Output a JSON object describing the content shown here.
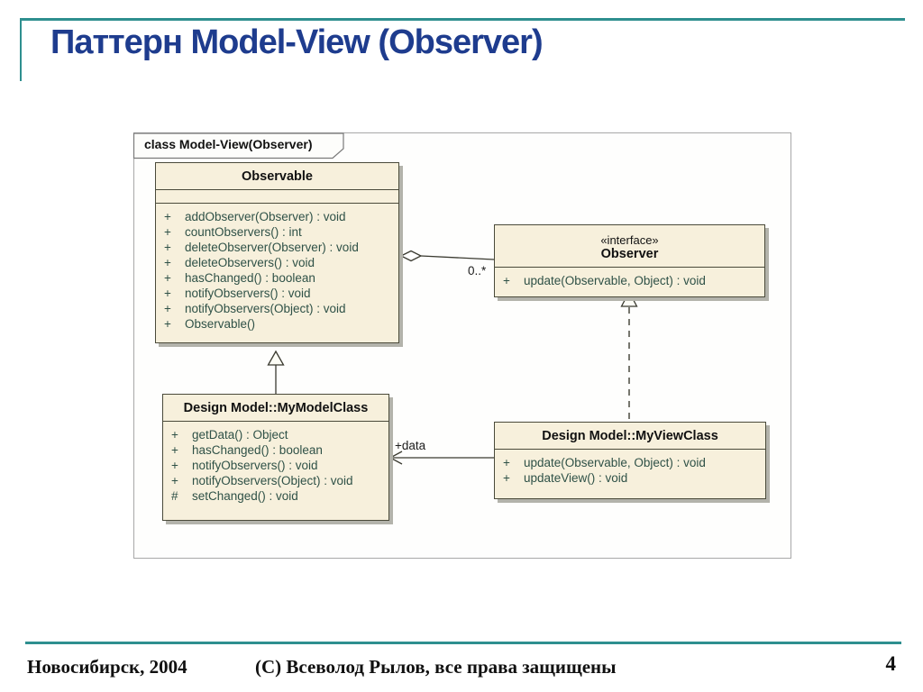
{
  "colors": {
    "accent_teal": "#2E8F8F",
    "title_blue": "#1E3C8E",
    "class_box_fill": "#F7F0DC",
    "class_box_border": "#4A4A3A",
    "member_text": "#2F5147"
  },
  "title": "Паттерн Model-View (Observer)",
  "diagram": {
    "frame_label": "class Model-View(Observer)",
    "observable": {
      "name": "Observable",
      "methods": [
        {
          "visibility": "+",
          "signature": "addObserver(Observer) : void"
        },
        {
          "visibility": "+",
          "signature": "countObservers() : int"
        },
        {
          "visibility": "+",
          "signature": "deleteObserver(Observer) : void"
        },
        {
          "visibility": "+",
          "signature": "deleteObservers() : void"
        },
        {
          "visibility": "+",
          "signature": "hasChanged() : boolean"
        },
        {
          "visibility": "+",
          "signature": "notifyObservers() : void"
        },
        {
          "visibility": "+",
          "signature": "notifyObservers(Object) : void"
        },
        {
          "visibility": "+",
          "signature": "Observable()"
        }
      ]
    },
    "observer": {
      "stereotype": "«interface»",
      "name": "Observer",
      "methods": [
        {
          "visibility": "+",
          "signature": "update(Observable, Object) : void"
        }
      ]
    },
    "model_class": {
      "name": "Design Model::MyModelClass",
      "methods": [
        {
          "visibility": "+",
          "signature": "getData() : Object"
        },
        {
          "visibility": "+",
          "signature": "hasChanged() : boolean"
        },
        {
          "visibility": "+",
          "signature": "notifyObservers() : void"
        },
        {
          "visibility": "+",
          "signature": "notifyObservers(Object) : void"
        },
        {
          "visibility": "#",
          "signature": "setChanged() : void"
        }
      ]
    },
    "view_class": {
      "name": "Design Model::MyViewClass",
      "methods": [
        {
          "visibility": "+",
          "signature": "update(Observable, Object) : void"
        },
        {
          "visibility": "+",
          "signature": "updateView() : void"
        }
      ]
    },
    "aggregation_multiplicity": "0..*",
    "association_label": "+data"
  },
  "footer": {
    "left": "Новосибирск, 2004",
    "center": "(С) Всеволод Рылов, все права защищены",
    "page": "4"
  }
}
